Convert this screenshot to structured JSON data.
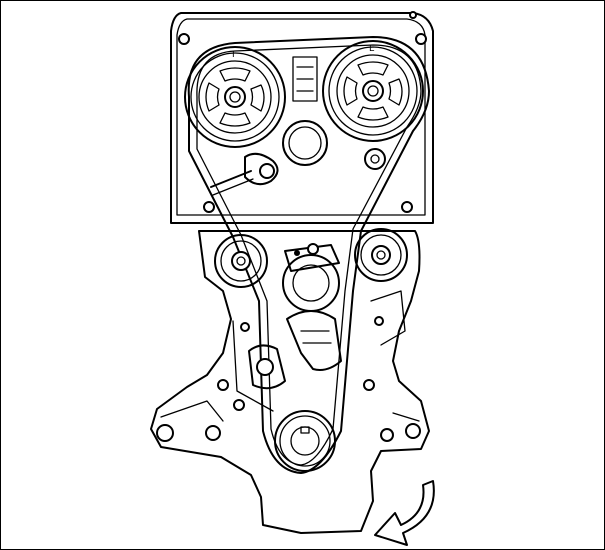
{
  "diagram": {
    "colors": {
      "line": "#000000",
      "background": "#ffffff"
    },
    "components": [
      "upper-timing-cover-housing",
      "intake-camshaft-sprocket",
      "exhaust-camshaft-sprocket",
      "timing-belt",
      "belt-tensioner",
      "idler-pulleys",
      "water-pump",
      "oil-pump-housing",
      "crankshaft-sprocket",
      "rotation-direction-arrow"
    ]
  }
}
